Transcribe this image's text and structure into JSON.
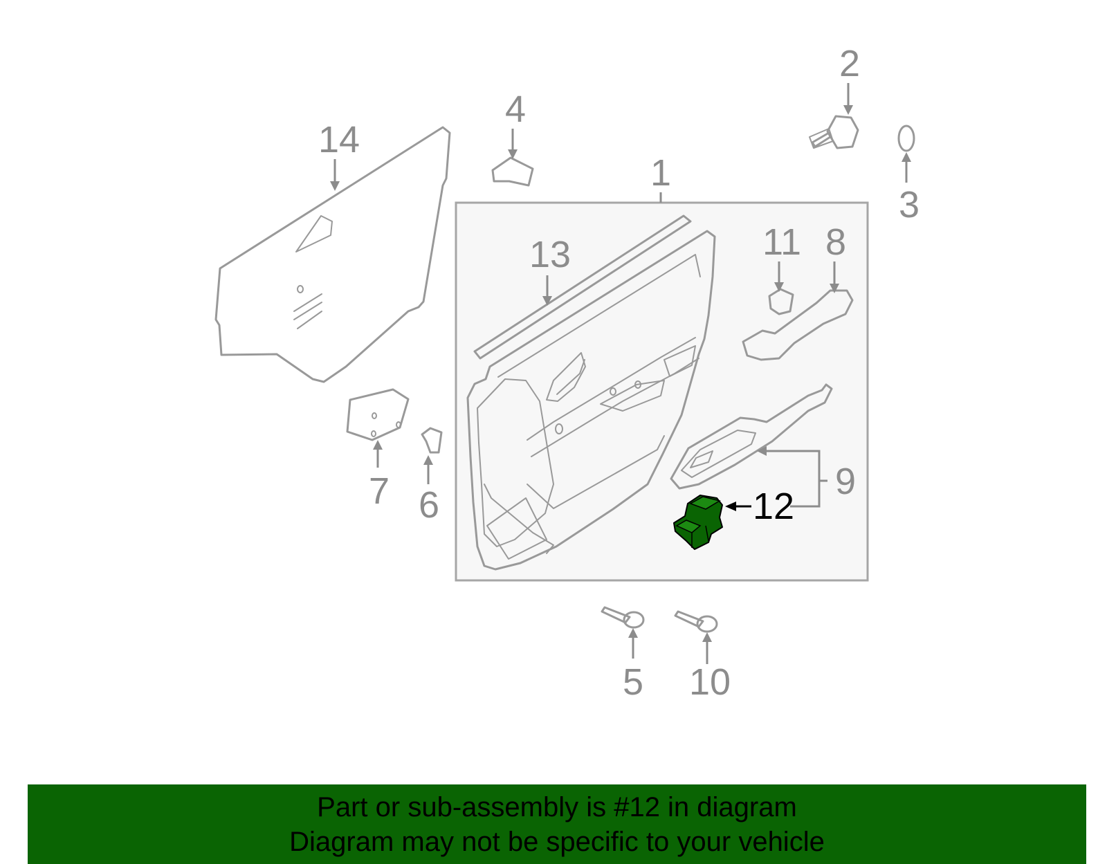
{
  "callouts": {
    "c1": "1",
    "c2": "2",
    "c3": "3",
    "c4": "4",
    "c5": "5",
    "c6": "6",
    "c7": "7",
    "c8": "8",
    "c9": "9",
    "c10": "10",
    "c11": "11",
    "c12": "12",
    "c13": "13",
    "c14": "14"
  },
  "highlight": {
    "part": "12",
    "color": "#0a6403"
  },
  "banner": {
    "line1": "Part or sub-assembly is #12 in diagram",
    "line2": "Diagram may not be specific to your vehicle",
    "background": "#0a6403"
  }
}
